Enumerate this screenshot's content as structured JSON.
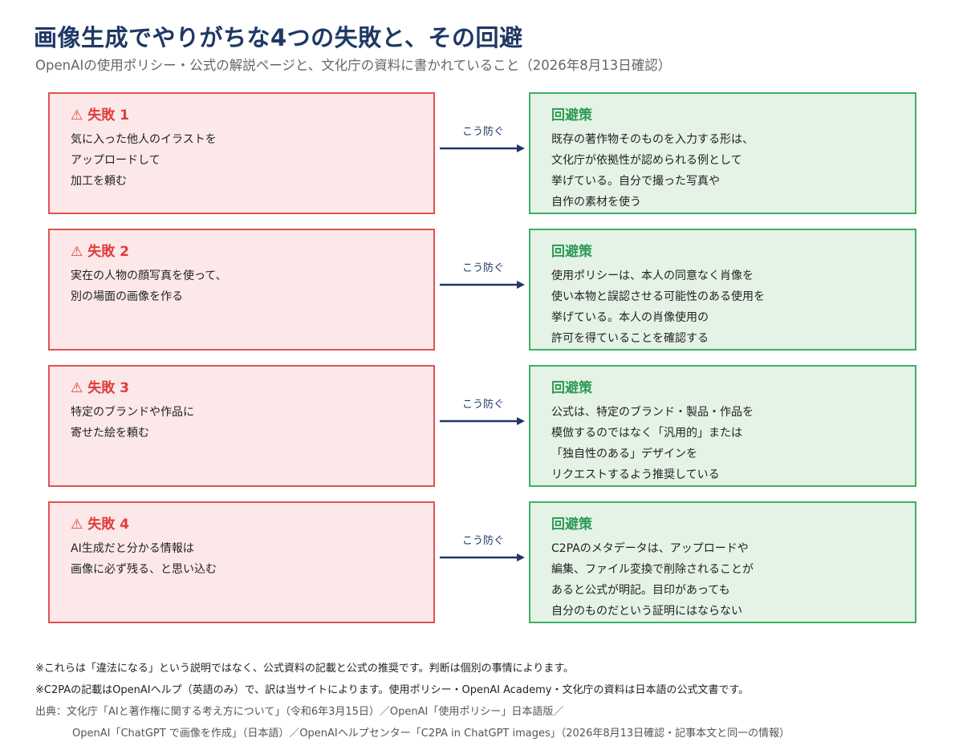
{
  "header": {
    "title": "画像生成でやりがちな4つの失敗と、その回避",
    "subtitle": "OpenAIの使用ポリシー・公式の解説ページと、文化庁の資料に書かれていること（2026年8月13日確認）"
  },
  "connector_label": "こう防ぐ",
  "warning_icon_glyph": "⚠",
  "rows": [
    {
      "fail_title": "失敗 1",
      "fail_lines": [
        "気に入った他人のイラストを",
        "アップロードして",
        "加工を頼む"
      ],
      "avoid_title": "回避策",
      "avoid_lines": [
        "既存の著作物そのものを入力する形は、",
        "文化庁が依拠性が認められる例として",
        "挙げている。自分で撮った写真や",
        "自作の素材を使う"
      ]
    },
    {
      "fail_title": "失敗 2",
      "fail_lines": [
        "実在の人物の顔写真を使って、",
        "別の場面の画像を作る"
      ],
      "avoid_title": "回避策",
      "avoid_lines": [
        "使用ポリシーは、本人の同意なく肖像を",
        "使い本物と誤認させる可能性のある使用を",
        "挙げている。本人の肖像使用の",
        "許可を得ていることを確認する"
      ]
    },
    {
      "fail_title": "失敗 3",
      "fail_lines": [
        "特定のブランドや作品に",
        "寄せた絵を頼む"
      ],
      "avoid_title": "回避策",
      "avoid_lines": [
        "公式は、特定のブランド・製品・作品を",
        "模倣するのではなく「汎用的」または",
        "「独自性のある」デザインを",
        "リクエストするよう推奨している"
      ]
    },
    {
      "fail_title": "失敗 4",
      "fail_lines": [
        "AI生成だと分かる情報は",
        "画像に必ず残る、と思い込む"
      ],
      "avoid_title": "回避策",
      "avoid_lines": [
        "C2PAのメタデータは、アップロードや",
        "編集、ファイル変換で削除されることが",
        "あると公式が明記。目印があっても",
        "自分のものだという証明にはならない"
      ]
    }
  ],
  "notes": [
    "※これらは「違法になる」という説明ではなく、公式資料の記載と公式の推奨です。判断は個別の事情によります。",
    "※C2PAの記載はOpenAIヘルプ（英語のみ）で、訳は当サイトによります。使用ポリシー・OpenAI Academy・文化庁の資料は日本語の公式文書です。"
  ],
  "sources": [
    "出典：文化庁「AIと著作権に関する考え方について」（令和6年3月15日）／OpenAI「使用ポリシー」日本語版／",
    "OpenAI「ChatGPT で画像を作成」（日本語）／OpenAIヘルプセンター「C2PA in ChatGPT images」（2026年8月13日確認・記事本文と同一の情報）"
  ]
}
